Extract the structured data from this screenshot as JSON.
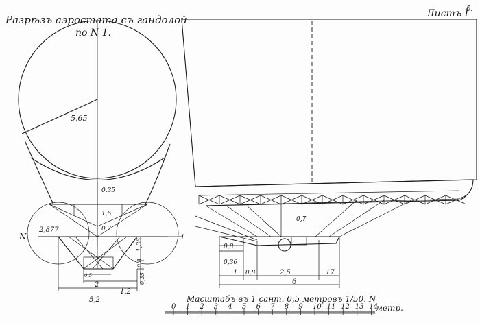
{
  "title_line1": "Разрѣзъ аэростата съ гандолой",
  "title_line2": "по N 1.",
  "sheet_label": "Листъ I",
  "sheet_sup": "б.",
  "left_view": {
    "radius": "5,65",
    "dims": [
      "0.35",
      "1,6",
      "0,7",
      "2,877",
      "N",
      "1,36",
      "0,8",
      "0,35",
      "0,5",
      "2",
      "1,2",
      "5,2",
      "1"
    ]
  },
  "right_view": {
    "dims": [
      "0,7",
      "0,8",
      "0,36",
      "1",
      "0,8",
      "2,5",
      "17",
      "6"
    ]
  },
  "scale": {
    "caption": "Масштабъ въ 1 сант. 0,5 метровъ 1/50. N",
    "ticks": [
      "0",
      "1",
      "2",
      "3",
      "4",
      "5",
      "6",
      "7",
      "8",
      "9",
      "10",
      "11",
      "12",
      "13",
      "14"
    ],
    "unit": "метр."
  }
}
